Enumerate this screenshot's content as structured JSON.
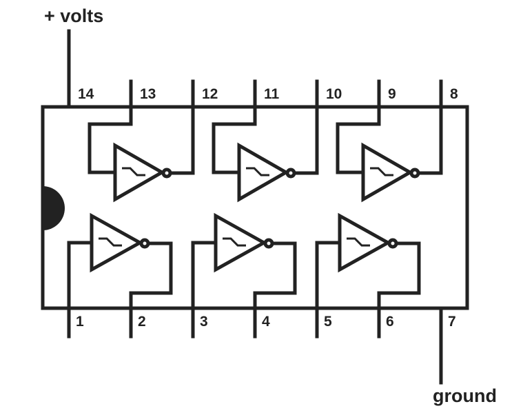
{
  "title_top": "+ volts",
  "title_bottom": "ground",
  "top_pins": [
    "14",
    "13",
    "12",
    "11",
    "10",
    "9",
    "8"
  ],
  "bottom_pins": [
    "1",
    "2",
    "3",
    "4",
    "5",
    "6",
    "7"
  ],
  "gate_type": "schmitt-trigger-inverter",
  "gate_count": 6,
  "colors": {
    "line": "#222222",
    "background": "#ffffff"
  }
}
